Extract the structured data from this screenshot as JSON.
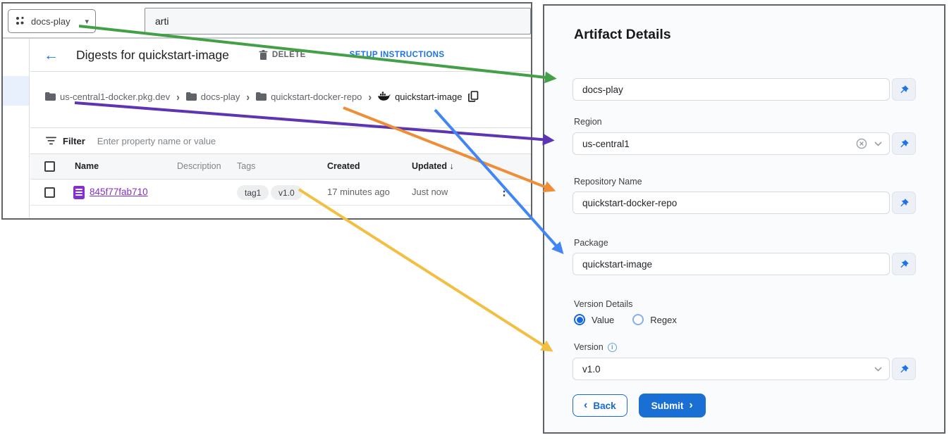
{
  "console": {
    "project_selector": {
      "label": "docs-play"
    },
    "search": {
      "value": "arti"
    },
    "page_title": "Digests for quickstart-image",
    "actions": {
      "delete_label": "DELETE",
      "setup_label": "SETUP INSTRUCTIONS"
    },
    "breadcrumb": {
      "items": [
        {
          "label": "us-central1-docker.pkg.dev",
          "icon": "folder-icon"
        },
        {
          "label": "docs-play",
          "icon": "folder-icon"
        },
        {
          "label": "quickstart-docker-repo",
          "icon": "folder-icon"
        },
        {
          "label": "quickstart-image",
          "icon": "docker-icon"
        }
      ]
    },
    "filter": {
      "label": "Filter",
      "placeholder": "Enter property name or value"
    },
    "table": {
      "columns": {
        "name": "Name",
        "description": "Description",
        "tags": "Tags",
        "created": "Created",
        "updated": "Updated"
      },
      "sorted_by": "Updated",
      "sort_direction": "descending",
      "rows": [
        {
          "name": "845f77fab710",
          "description": "",
          "tags": [
            "tag1",
            "v1.0"
          ],
          "created": "17 minutes ago",
          "updated": "Just now"
        }
      ]
    }
  },
  "form": {
    "title": "Artifact Details",
    "project": {
      "value": "docs-play"
    },
    "region": {
      "label": "Region",
      "value": "us-central1"
    },
    "repository": {
      "label": "Repository Name",
      "value": "quickstart-docker-repo"
    },
    "package": {
      "label": "Package",
      "value": "quickstart-image"
    },
    "version_details": {
      "label": "Version Details",
      "options": [
        "Value",
        "Regex"
      ],
      "selected": "Value"
    },
    "version": {
      "label": "Version",
      "value": "v1.0"
    },
    "back_label": "Back",
    "submit_label": "Submit"
  },
  "glyphs": {
    "back_arrow": "←",
    "dropdown_caret": "▾",
    "breadcrumb_sep": "›",
    "sort_desc": "↓",
    "overflow_menu": "⋮",
    "chevron_left": "‹",
    "chevron_right": "›",
    "info": "i"
  },
  "colors": {
    "arrow_green": "#43a047",
    "arrow_purple": "#5e35b1",
    "arrow_orange": "#ee8e37",
    "arrow_blue": "#4285f4",
    "arrow_yellow": "#f2bf42",
    "link_blue": "#1a73e8",
    "digest_purple": "#8430ce",
    "submit_blue": "#1a6fd4"
  }
}
